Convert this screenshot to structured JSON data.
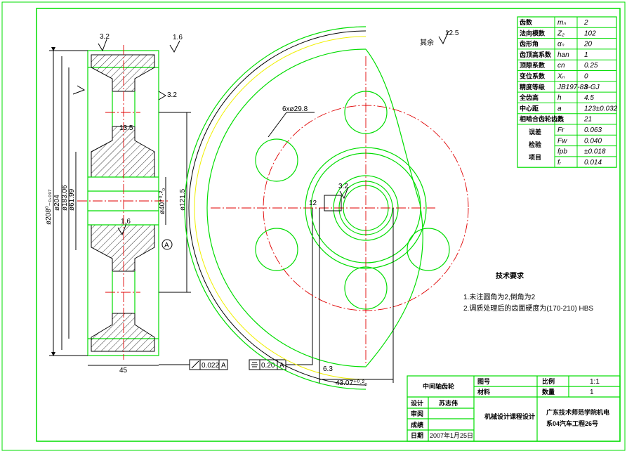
{
  "params_table": {
    "rows": [
      {
        "label": "齿数",
        "sym": "mₙ",
        "val": "2"
      },
      {
        "label": "法向模数",
        "sym": "Z₂",
        "val": "102"
      },
      {
        "label": "齿形角",
        "sym": "αₙ",
        "val": "20"
      },
      {
        "label": "齿顶高系数",
        "sym": "han",
        "val": "1"
      },
      {
        "label": "顶隙系数",
        "sym": "cn",
        "val": "0.25"
      },
      {
        "label": "变位系数",
        "sym": "Xₙ",
        "val": "0"
      },
      {
        "label": "精度等级",
        "sym": "JB197-83",
        "val": "8-GJ"
      },
      {
        "label": "全齿高",
        "sym": "h",
        "val": "4.5"
      },
      {
        "label": "中心距",
        "sym": "a",
        "val": "123±0.032"
      },
      {
        "label": "相啮合齿轮齿数",
        "sym": "Z₁",
        "val": "21"
      }
    ],
    "error_group": {
      "label_lines": [
        "误差",
        "检验",
        "项目"
      ],
      "rows": [
        {
          "sym": "Fr",
          "val": "0.063"
        },
        {
          "sym": "Fw",
          "val": "0.040"
        },
        {
          "sym": "fpb",
          "val": "±0.018"
        },
        {
          "sym": "fᵣ",
          "val": "0.014"
        }
      ]
    }
  },
  "tech_requirements": {
    "title": "技术要求",
    "items": [
      "1.未注圆角为2,倒角为2",
      "2.调质处理后的齿面硬度为(170-210) HBS"
    ]
  },
  "dimensions": {
    "d_tip": "ø208⁰₋₀.₀₉₇",
    "d_204": "ø204",
    "d_183": "ø183.06",
    "d_61": "ø61.99",
    "d_40": "ø40⁺⁰·²₀",
    "d_121": "ø121.5",
    "width": "45",
    "web": "13.5",
    "holes": "6xø29.8",
    "keyway": "43.07⁺⁰·²₀",
    "key_w": "12",
    "key_d": "6.3",
    "rough_32": "3.2",
    "rough_16": "1.6",
    "rough_125": "12.5",
    "rest_note": "其余",
    "datum": "A",
    "runout_tol": "0.022",
    "sym_tol": "0.20"
  },
  "title_block": {
    "drawing_name": "中间轴齿轮",
    "no_label": "图号",
    "material_label": "材料",
    "scale_label": "比例",
    "scale_val": "1:1",
    "qty_label": "数量",
    "qty_val": "1",
    "design_label": "设计",
    "designer": "苏志伟",
    "review_label": "审阅",
    "grade_label": "成绩",
    "date_label": "日期",
    "date_val": "2007年1月25日",
    "course": "机械设计课程设计",
    "school_line1": "广东技术师范学院机电",
    "school_line2": "系04汽车工程26号"
  },
  "colors": {
    "outline": "#00dd00",
    "center": "#e00000",
    "dim": "#000000",
    "aux": "#f0f000"
  }
}
